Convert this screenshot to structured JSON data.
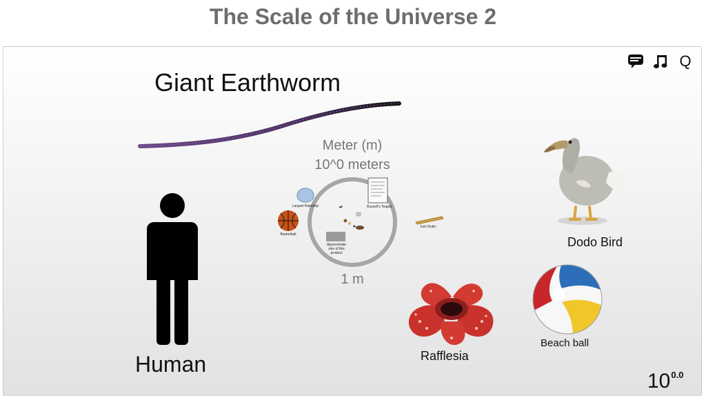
{
  "page": {
    "title": "The Scale of the Universe 2"
  },
  "toolbar": {
    "icons": [
      "chat-bubble-icon",
      "music-note-icon",
      "quality-q-icon"
    ],
    "quality_label": "Q"
  },
  "center": {
    "unit_name": "Meter (m)",
    "power_text": "10^0 meters",
    "ring_label": "1 m"
  },
  "objects": {
    "giant_earthworm": "Giant Earthworm",
    "human": "Human",
    "dodo_bird": "Dodo Bird",
    "beach_ball": "Beach ball",
    "rafflesia": "Rafflesia",
    "basketball": "Basketball",
    "largest_raindrop": "Largest Raindrop",
    "russells_teapot": "Russell's Teapot",
    "inch_ruler": "Inch Ruler",
    "approx_size": "Approximate size of this product"
  },
  "zoom": {
    "base": "10",
    "exponent": "0.0"
  },
  "colors": {
    "title": "#6d6d6d",
    "earthworm": "#5a3d6e",
    "ring": "#a6a6a6",
    "rafflesia": "#d23a32",
    "ball_red": "#c8262b",
    "ball_blue": "#2c6fb8",
    "ball_yellow": "#f1c62b"
  }
}
